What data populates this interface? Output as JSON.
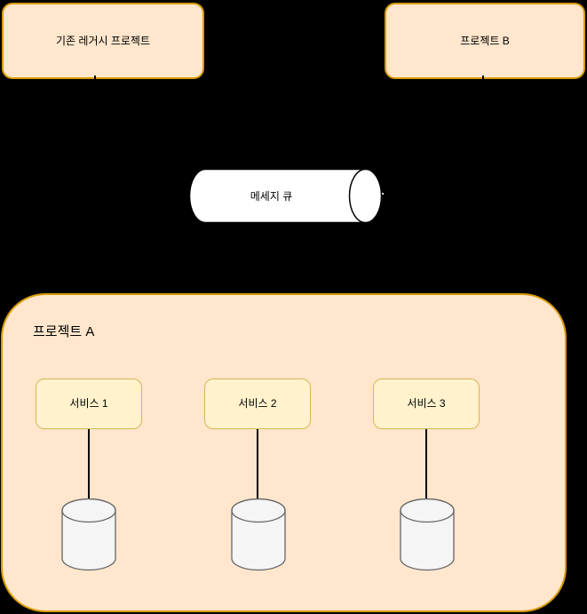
{
  "canvas": {
    "background": "#000000"
  },
  "nodes": {
    "legacy_project": {
      "label": "기존 레거시 프로젝트",
      "shape": "rounded-rect",
      "fill": "#FFE6CC",
      "stroke": "#D79B00"
    },
    "project_b": {
      "label": "프로젝트 B",
      "shape": "rounded-rect",
      "fill": "#FFE6CC",
      "stroke": "#D79B00"
    },
    "message_queue": {
      "label": "메세지 큐",
      "shape": "horizontal-cylinder",
      "fill": "#FFFFFF",
      "stroke": "#000000"
    },
    "project_a": {
      "label": "프로젝트 A",
      "shape": "rounded-container",
      "fill": "#FFE6CC",
      "stroke": "#D79B00"
    },
    "service_1": {
      "label": "서비스 1",
      "shape": "rounded-rect",
      "fill": "#FFF2CC",
      "stroke": "#D6B656"
    },
    "service_2": {
      "label": "서비스 2",
      "shape": "rounded-rect",
      "fill": "#FFF2CC",
      "stroke": "#D6B656"
    },
    "service_3": {
      "label": "서비스 3",
      "shape": "rounded-rect",
      "fill": "#FFF2CC",
      "stroke": "#D6B656"
    },
    "database_1": {
      "shape": "cylinder",
      "fill": "#F5F5F5",
      "stroke": "#666666"
    },
    "database_2": {
      "shape": "cylinder",
      "fill": "#F5F5F5",
      "stroke": "#666666"
    },
    "database_3": {
      "shape": "cylinder",
      "fill": "#F5F5F5",
      "stroke": "#666666"
    }
  },
  "connections": [
    {
      "from": "service_1",
      "to": "database_1"
    },
    {
      "from": "service_2",
      "to": "database_2"
    },
    {
      "from": "service_3",
      "to": "database_3"
    },
    {
      "from": "legacy_project",
      "to": "message_queue"
    },
    {
      "from": "project_b",
      "to": "message_queue"
    },
    {
      "from": "message_queue",
      "to": "project_a"
    }
  ]
}
